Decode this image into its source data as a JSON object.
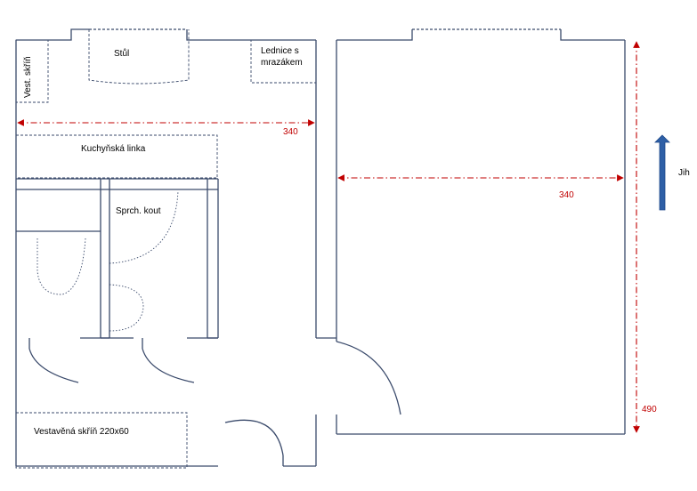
{
  "labels": {
    "wardrobe_small": "Vest. skříň",
    "table": "Stůl",
    "fridge_line1": "Lednice s",
    "fridge_line2": "mrazákem",
    "kitchen": "Kuchyňská linka",
    "shower": "Sprch. kout",
    "wardrobe_built_in": "Vestavěná skříň 220x60",
    "south": "Jih"
  },
  "dimensions": {
    "kitchen_width": "340",
    "room_width": "340",
    "room_height": "490"
  },
  "colors": {
    "wall": "#3a4a6b",
    "dimension": "#c00000",
    "south_arrow": "#2e5fa6"
  },
  "icons": {
    "south_arrow": "arrow-up-icon"
  }
}
